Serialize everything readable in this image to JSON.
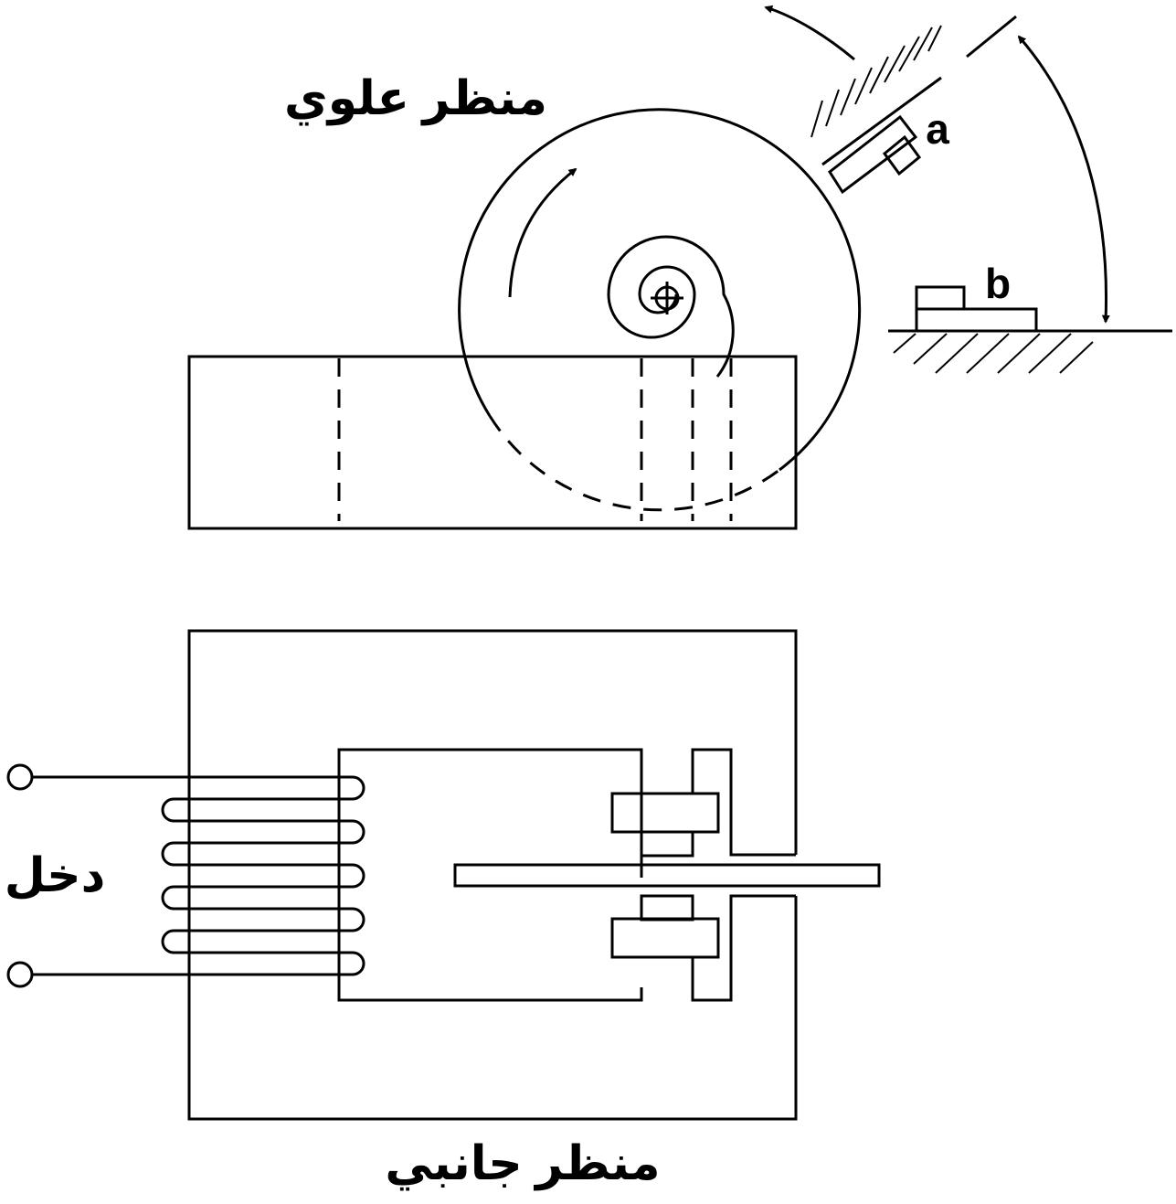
{
  "labels": {
    "top_view": "منظر علوي",
    "side_view": "منظر جانبي",
    "input": "دخل",
    "contact_a": "a",
    "contact_b": "b"
  },
  "colors": {
    "line": "#000000",
    "background": "#ffffff"
  }
}
